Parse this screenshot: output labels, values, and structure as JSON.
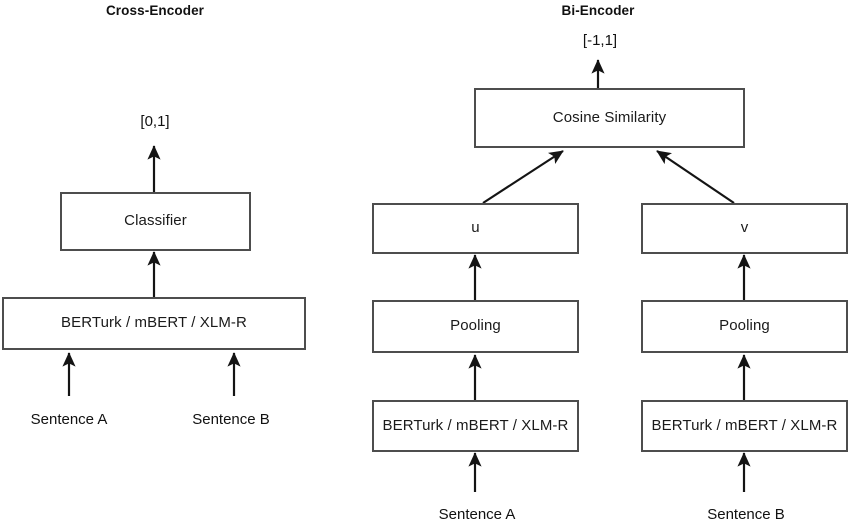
{
  "figure": {
    "background": "#ffffff",
    "box_border_color": "#4d4d4d",
    "arrow_color": "#141414",
    "text_color": "#111111"
  },
  "cross_encoder": {
    "title": "Cross-Encoder",
    "output_range": "[0,1]",
    "classifier": "Classifier",
    "encoder": "BERTurk / mBERT / XLM-R",
    "input_a": "Sentence A",
    "input_b": "Sentence B"
  },
  "bi_encoder": {
    "title": "Bi-Encoder",
    "output_range": "[-1,1]",
    "similarity": "Cosine Similarity",
    "embedding_u": "u",
    "embedding_v": "v",
    "pooling_left": "Pooling",
    "pooling_right": "Pooling",
    "encoder_left": "BERTurk / mBERT / XLM-R",
    "encoder_right": "BERTurk / mBERT / XLM-R",
    "input_a": "Sentence A",
    "input_b": "Sentence B"
  }
}
